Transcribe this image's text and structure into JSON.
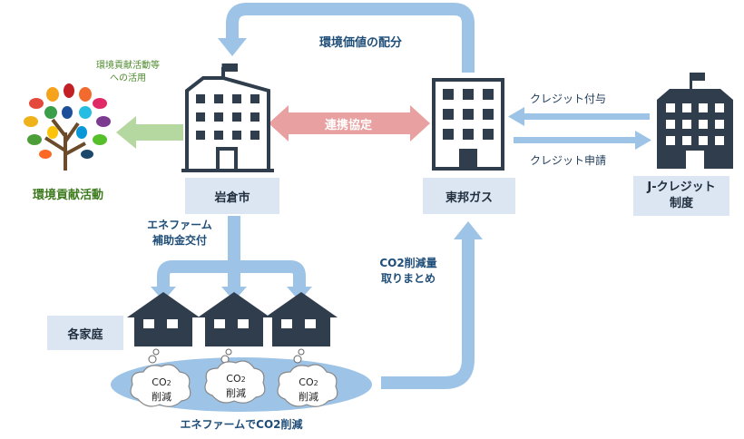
{
  "labels": {
    "env_value": "環境価値の配分",
    "env_use_line1": "環境貢献活動等",
    "env_use_line2": "への活用",
    "env_activity": "環境貢献活動",
    "partnership": "連携協定",
    "credit_grant": "クレジット付与",
    "credit_apply": "クレジット申請",
    "subsidy_line1": "エネファーム",
    "subsidy_line2": "補助金交付",
    "co2_report_line1": "CO2削減量",
    "co2_report_line2": "取りまとめ",
    "cloud_co2": "CO",
    "cloud_sub": "2",
    "cloud_reduction": "削減",
    "bottom_caption": "エネファームでCO2削減"
  },
  "boxes": {
    "iwakura": "岩倉市",
    "toho_gas": "東邦ガス",
    "j_credit_line1": "J-クレジット",
    "j_credit_line2": "制度",
    "households": "各家庭"
  },
  "colors": {
    "arrow_blue": "#9dc3e6",
    "partnership_pink": "#e9a0a0",
    "green_arrow": "#b5d7a0",
    "navy_arrow": "#2e5d8a",
    "building": "#2f3d4c",
    "box_fill": "#dce6f2",
    "ellipse": "#9dc3e6"
  }
}
